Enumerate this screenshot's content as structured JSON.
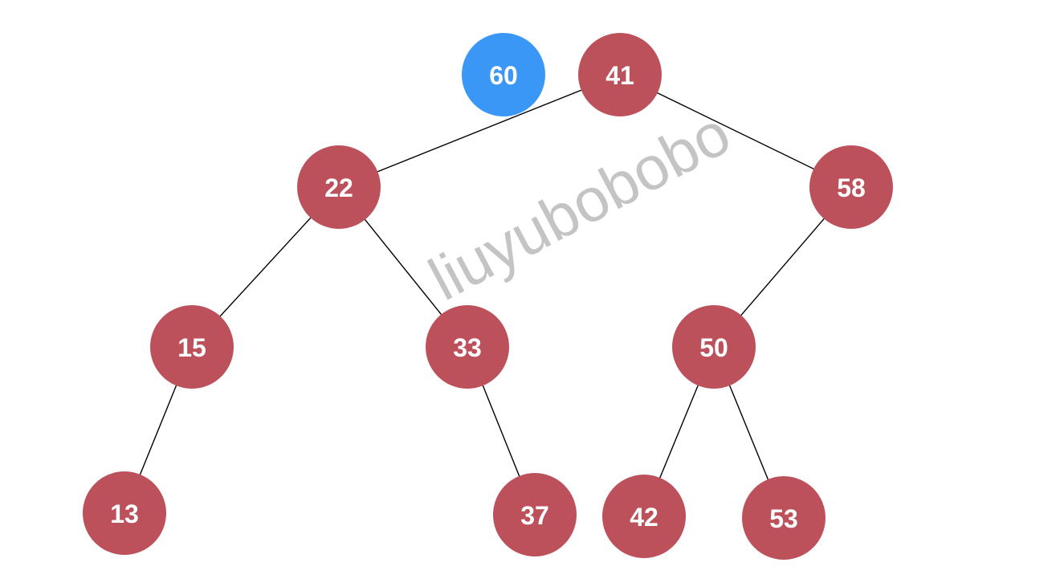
{
  "diagram": {
    "type": "binary-search-tree",
    "watermark": "liuyubobobo",
    "colors": {
      "node_fill": "#bc515b",
      "highlight_fill": "#3a97f6",
      "label": "#ffffff",
      "edge": "#000000",
      "watermark": "#c4c4c4"
    },
    "nodes": [
      {
        "id": "n41",
        "label": "41",
        "highlight": false
      },
      {
        "id": "n22",
        "label": "22",
        "highlight": false
      },
      {
        "id": "n58",
        "label": "58",
        "highlight": false
      },
      {
        "id": "n15",
        "label": "15",
        "highlight": false
      },
      {
        "id": "n33",
        "label": "33",
        "highlight": false
      },
      {
        "id": "n50",
        "label": "50",
        "highlight": false
      },
      {
        "id": "n13",
        "label": "13",
        "highlight": false
      },
      {
        "id": "n37",
        "label": "37",
        "highlight": false
      },
      {
        "id": "n42",
        "label": "42",
        "highlight": false
      },
      {
        "id": "n53",
        "label": "53",
        "highlight": false
      },
      {
        "id": "n60",
        "label": "60",
        "highlight": true
      }
    ],
    "edges": [
      {
        "from": "n41",
        "to": "n22"
      },
      {
        "from": "n41",
        "to": "n58"
      },
      {
        "from": "n22",
        "to": "n15"
      },
      {
        "from": "n22",
        "to": "n33"
      },
      {
        "from": "n58",
        "to": "n50"
      },
      {
        "from": "n15",
        "to": "n13"
      },
      {
        "from": "n33",
        "to": "n37"
      },
      {
        "from": "n50",
        "to": "n42"
      },
      {
        "from": "n50",
        "to": "n53"
      }
    ]
  }
}
